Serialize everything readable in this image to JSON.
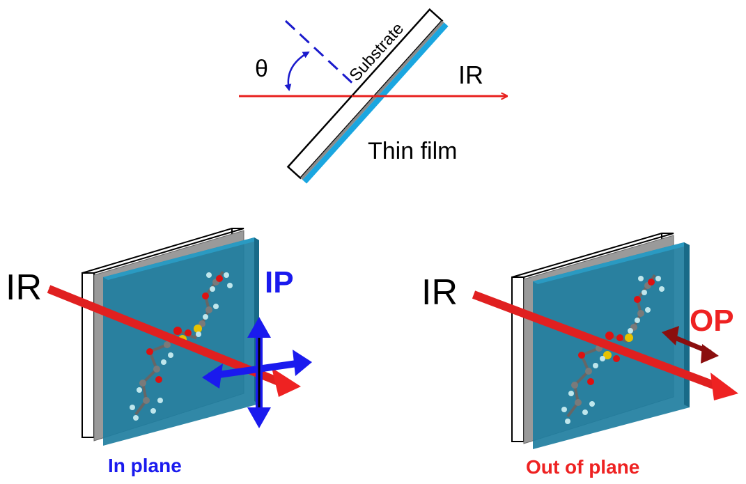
{
  "top_diagram": {
    "theta_label": "θ",
    "substrate_label": "Substrate",
    "ir_label": "IR",
    "thin_film_label": "Thin film"
  },
  "left_panel": {
    "ir_label": "IR",
    "polarization_label": "IP",
    "caption": "In plane"
  },
  "right_panel": {
    "ir_label": "IR",
    "polarization_label": "OP",
    "caption": "Out of plane"
  },
  "colors": {
    "ir_beam": "#e8201e",
    "film": "#1aa6e0",
    "film_panel": "#1f7ea0",
    "substrate_edge": "#8a8a8a",
    "in_plane": "#1a1aee",
    "out_of_plane": "#ee2222",
    "normal_dash": "#1a1acc"
  }
}
